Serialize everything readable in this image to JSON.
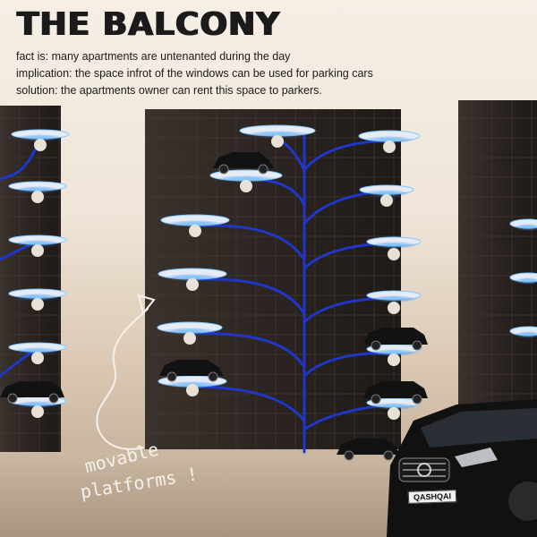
{
  "title": "THE BALCONY",
  "lines": {
    "fact": "fact is:  many apartments are untenanted during the day",
    "implication": "implication:  the space infrot of the windows can be used for parking cars",
    "solution": "solution: the apartments owner can rent this space to parkers."
  },
  "annotation": {
    "line1": "movable",
    "line2": "platforms !"
  },
  "car_badge": "QASHQAI",
  "colors": {
    "sky": "#f6efe6",
    "building": "#2f2825",
    "pipe": "#1f36c8",
    "platform_glow": "#3aa8ff",
    "car": "#121212"
  }
}
